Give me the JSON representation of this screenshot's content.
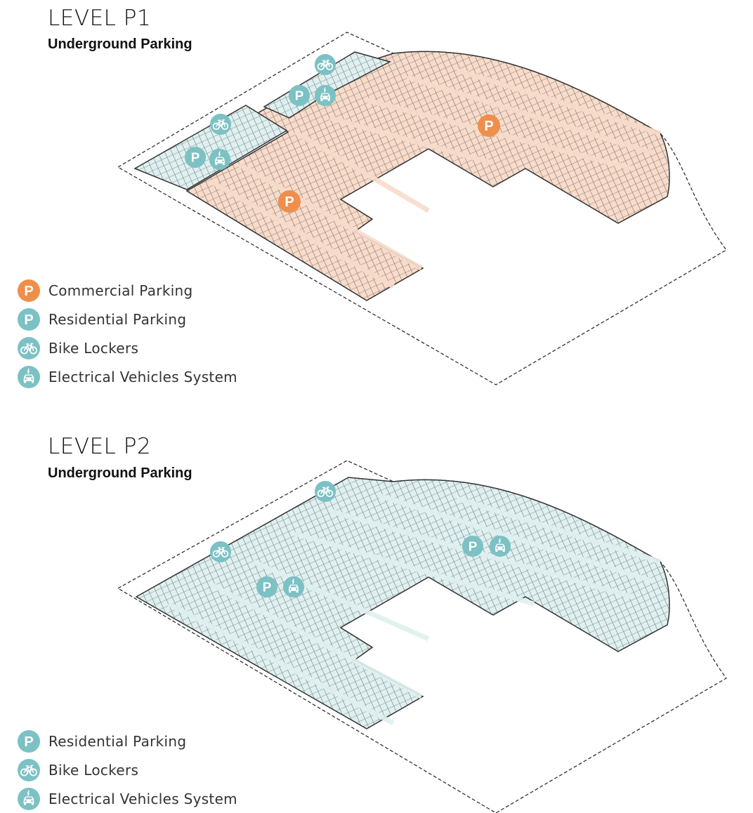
{
  "colors": {
    "commercial": "#ef8f4b",
    "residential": "#7cc1c4",
    "commercial_fill": "#f8dccb",
    "residential_fill": "#e0f0f0",
    "outline": "#333333"
  },
  "icons": {
    "commercial_parking": "P",
    "residential_parking": "P",
    "bike_lockers": "bike-icon",
    "ev_system": "car-charging-icon"
  },
  "level_p1": {
    "title": "LEVEL P1",
    "subtitle": "Underground Parking",
    "legend": [
      {
        "icon": "commercial-parking",
        "label": "Commercial Parking"
      },
      {
        "icon": "residential-parking",
        "label": "Residential Parking"
      },
      {
        "icon": "bike",
        "label": "Bike Lockers"
      },
      {
        "icon": "ev",
        "label": "Electrical Vehicles System"
      }
    ]
  },
  "level_p2": {
    "title": "LEVEL P2",
    "subtitle": "Underground Parking",
    "legend": [
      {
        "icon": "residential-parking",
        "label": "Residential Parking"
      },
      {
        "icon": "bike",
        "label": "Bike Lockers"
      },
      {
        "icon": "ev",
        "label": "Electrical Vehicles System"
      }
    ]
  }
}
